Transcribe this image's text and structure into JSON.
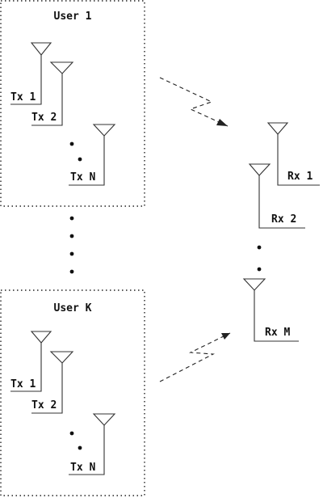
{
  "users": [
    {
      "title": "User 1",
      "antennas": [
        {
          "label": "Tx 1"
        },
        {
          "label": "Tx 2"
        },
        {
          "label": "Tx N"
        }
      ]
    },
    {
      "title": "User K",
      "antennas": [
        {
          "label": "Tx 1"
        },
        {
          "label": "Tx 2"
        },
        {
          "label": "Tx N"
        }
      ]
    }
  ],
  "receiver": {
    "antennas": [
      {
        "label": "Rx 1"
      },
      {
        "label": "Rx 2"
      },
      {
        "label": "Rx M"
      }
    ]
  }
}
